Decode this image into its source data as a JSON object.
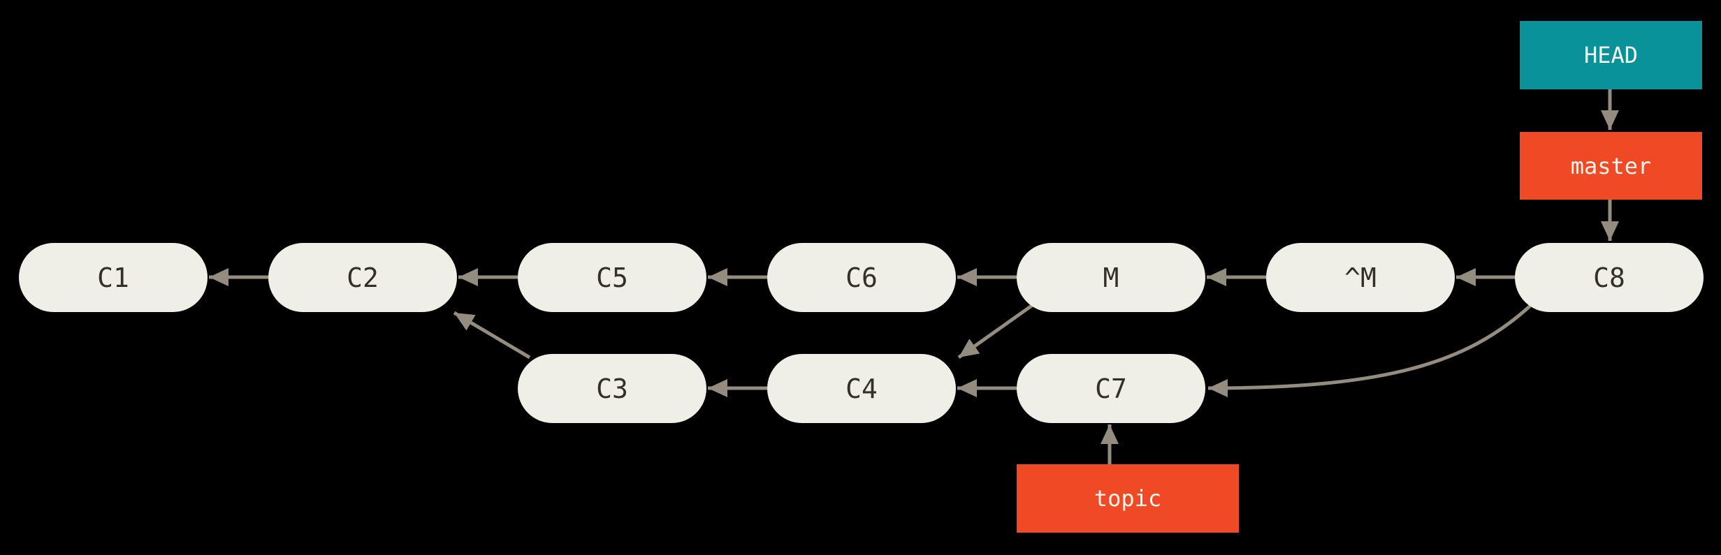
{
  "figure": {
    "type": "git-commit-graph",
    "background_color": "#000000",
    "commit_fill_color": "#f0efe7",
    "commit_text_color": "#333029",
    "arrow_color": "#958c80",
    "head_ref_color": "#0a929a",
    "branch_ref_color": "#ef4a25",
    "ref_text_color": "#f7f5ee"
  },
  "nodes": {
    "c1": {
      "label": "C1"
    },
    "c2": {
      "label": "C2"
    },
    "c5": {
      "label": "C5"
    },
    "c6": {
      "label": "C6"
    },
    "m": {
      "label": "M"
    },
    "revert_m": {
      "label": "^M"
    },
    "c8": {
      "label": "C8"
    },
    "c3": {
      "label": "C3"
    },
    "c4": {
      "label": "C4"
    },
    "c7": {
      "label": "C7"
    }
  },
  "refs": {
    "head": {
      "label": "HEAD"
    },
    "master": {
      "label": "master"
    },
    "topic": {
      "label": "topic"
    }
  },
  "edges": [
    {
      "from": "C2",
      "to": "C1"
    },
    {
      "from": "C5",
      "to": "C2"
    },
    {
      "from": "C6",
      "to": "C5"
    },
    {
      "from": "M",
      "to": "C6"
    },
    {
      "from": "^M",
      "to": "M"
    },
    {
      "from": "C8",
      "to": "^M"
    },
    {
      "from": "C4",
      "to": "C3"
    },
    {
      "from": "C7",
      "to": "C4"
    },
    {
      "from": "C3",
      "to": "C2"
    },
    {
      "from": "M",
      "to": "C4"
    },
    {
      "from": "C8",
      "to": "C7"
    },
    {
      "from": "HEAD",
      "to": "master"
    },
    {
      "from": "master",
      "to": "C8"
    },
    {
      "from": "topic",
      "to": "C7"
    }
  ]
}
